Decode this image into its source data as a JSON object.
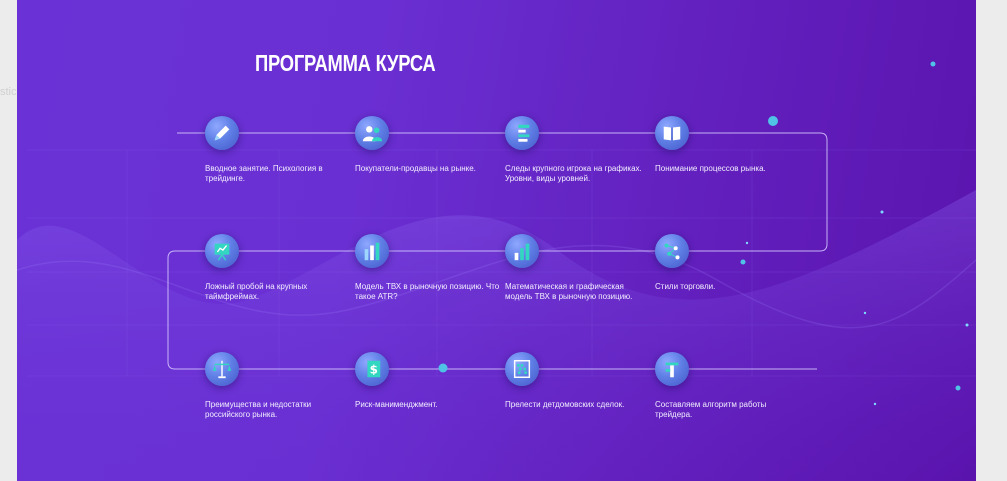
{
  "page": {
    "side_text": "stics"
  },
  "slide": {
    "title": "ПРОГРАММА КУРСА",
    "steps": [
      {
        "icon": "pencil-icon",
        "label": "Вводное занятие. Психология в трейдинге."
      },
      {
        "icon": "people-icon",
        "label": "Покупатели-продавцы на рынке."
      },
      {
        "icon": "bars-stack-icon",
        "label": "Следы крупного игрока на графиках. Уровни, виды уровней."
      },
      {
        "icon": "book-icon",
        "label": "Понимание процессов рынка."
      },
      {
        "icon": "presentation-icon",
        "label": "Ложный пробой на крупных таймфреймах."
      },
      {
        "icon": "columns-icon",
        "label": "Модель ТВХ в рыночную позицию. Что такое ATR?"
      },
      {
        "icon": "bar-chart-icon",
        "label": "Математическая и графическая модель ТВХ в рыночную позицию."
      },
      {
        "icon": "network-icon",
        "label": "Стили торговли."
      },
      {
        "icon": "scales-icon",
        "label": "Преимущества и недостатки российского рынка."
      },
      {
        "icon": "money-icon",
        "label": "Риск-манименджмент."
      },
      {
        "icon": "abacus-icon",
        "label": "Прелести детдомовских сделок."
      },
      {
        "icon": "algorithm-icon",
        "label": "Составляем алгоритм работы трейдера."
      }
    ]
  }
}
